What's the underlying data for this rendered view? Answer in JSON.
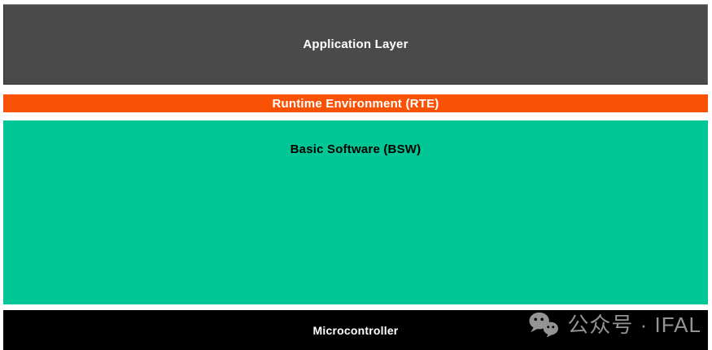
{
  "page": {
    "background": "#ffffff",
    "description_label": "AUTOSAR layered architecture diagram"
  },
  "layers": [
    {
      "id": "application",
      "label": "Application Layer",
      "bg": "#4a4a4a",
      "text_color": "#ffffff"
    },
    {
      "id": "rte",
      "label": "Runtime Environment (RTE)",
      "bg": "#f95207",
      "text_color": "#ffffff"
    },
    {
      "id": "bsw",
      "label": "Basic Software (BSW)",
      "bg": "#00c795",
      "text_color": "#000000"
    },
    {
      "id": "microcontroller",
      "label": "Microcontroller",
      "bg": "#000000",
      "text_color": "#ffffff"
    }
  ],
  "watermark": {
    "icon": "wechat-icon",
    "text": "公众号 · IFAL",
    "color": "#949494"
  }
}
